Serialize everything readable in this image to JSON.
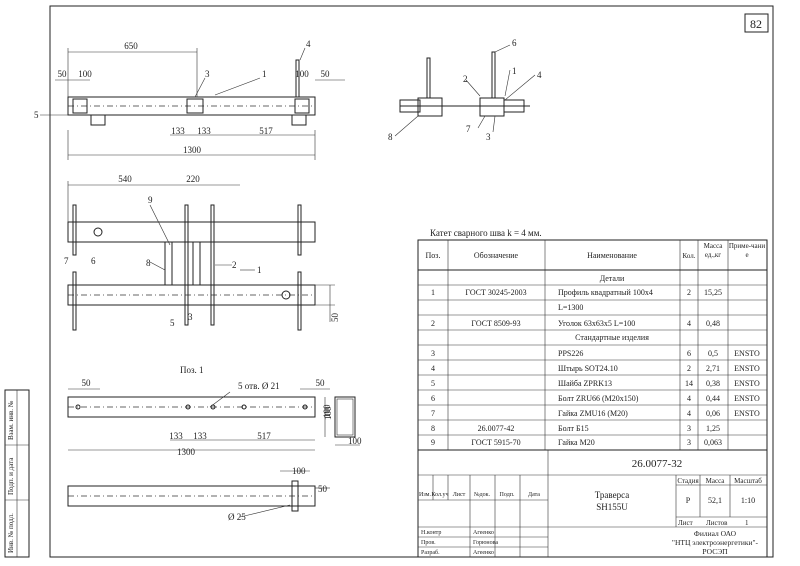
{
  "sheet": {
    "page_number": "82",
    "drawing_code": "26.0077-32"
  },
  "weld_note": "Катет сварного шва k = 4 мм.",
  "pos_label": "Поз. 1",
  "views": {
    "top_dims": {
      "d650": "650",
      "d50": "50",
      "d100": "100",
      "d133a": "133",
      "d133b": "133",
      "d517": "517",
      "d1300": "1300",
      "r50": "50",
      "r100": "100"
    },
    "top_callouts": [
      "1",
      "3",
      "4",
      "5"
    ],
    "side_callouts": [
      "1",
      "2",
      "3",
      "4",
      "6",
      "7",
      "8"
    ],
    "front_dims": {
      "d540": "540",
      "d220": "220",
      "d50": "50"
    },
    "front_callouts": [
      "1",
      "2",
      "3",
      "5",
      "6",
      "7",
      "8",
      "9"
    ],
    "pos1_dims": {
      "d50a": "50",
      "d50b": "50",
      "holes": "5 отв. Ø 21",
      "d100": "100",
      "d133a": "133",
      "d133b": "133",
      "d517": "517",
      "d1300": "1300",
      "sq100": "100",
      "sq100b": "100"
    },
    "pos1_lower": {
      "d100": "100",
      "d50": "50",
      "dia": "Ø 25"
    }
  },
  "spec_table": {
    "headers": {
      "pos": "Поз.",
      "designation": "Обозначение",
      "name": "Наименование",
      "qty": "Кол.",
      "mass": "Масса ед.,кг",
      "note": "Приме-чание"
    },
    "section_details": "Детали",
    "section_standard": "Стандартные изделия",
    "rows": [
      {
        "pos": "1",
        "designation": "ГОСТ 30245-2003",
        "name": "Профиль квадратный 100x4",
        "qty": "2",
        "mass": "15,25",
        "note": ""
      },
      {
        "pos": "",
        "designation": "",
        "name": "L=1300",
        "qty": "",
        "mass": "",
        "note": ""
      },
      {
        "pos": "2",
        "designation": "ГОСТ 8509-93",
        "name": "Уголок 63x63x5 L=100",
        "qty": "4",
        "mass": "0,48",
        "note": ""
      },
      {
        "pos": "3",
        "designation": "",
        "name": "PPS226",
        "qty": "6",
        "mass": "0,5",
        "note": "ENSTO"
      },
      {
        "pos": "4",
        "designation": "",
        "name": "Штырь SOT24.10",
        "qty": "2",
        "mass": "2,71",
        "note": "ENSTO"
      },
      {
        "pos": "5",
        "designation": "",
        "name": "Шайба ZPRK13",
        "qty": "14",
        "mass": "0,38",
        "note": "ENSTO"
      },
      {
        "pos": "6",
        "designation": "",
        "name": "Болт ZRU66 (M20x150)",
        "qty": "4",
        "mass": "0,44",
        "note": "ENSTO"
      },
      {
        "pos": "7",
        "designation": "",
        "name": "Гайка ZMU16 (M20)",
        "qty": "4",
        "mass": "0,06",
        "note": "ENSTO"
      },
      {
        "pos": "8",
        "designation": "26.0077-42",
        "name": "Болт Б15",
        "qty": "3",
        "mass": "1,25",
        "note": ""
      },
      {
        "pos": "9",
        "designation": "ГОСТ 5915-70",
        "name": "Гайка M20",
        "qty": "3",
        "mass": "0,063",
        "note": ""
      }
    ]
  },
  "title_block": {
    "code": "26.0077-32",
    "title_line1": "Траверса",
    "title_line2": "SH155U",
    "stage_h": "Стадия",
    "mass_h": "Масса",
    "scale_h": "Масштаб",
    "stage": "Р",
    "mass": "52,1",
    "scale": "1:10",
    "sheet_h": "Лист",
    "sheets_h": "Листов",
    "sheets": "1",
    "org1": "Филиал ОАО",
    "org2": "\"НТЦ электроэнергетики\"-",
    "org3": "РОСЭП",
    "cols": {
      "c1": "Изм.",
      "c2": "Кол.уч",
      "c3": "Лист",
      "c4": "№док.",
      "c5": "Подп.",
      "c6": "Дата"
    },
    "roles": {
      "r1": "Н.контр",
      "r2": "Пров.",
      "r3": "Разраб."
    },
    "names": {
      "n1": "Агеенко",
      "n2": "Горюнова",
      "n3": "Агеенко"
    }
  },
  "side_stamps": {
    "s1": "Взам. инв. №",
    "s2": "Подп. и дата",
    "s3": "Инв. № подл."
  }
}
